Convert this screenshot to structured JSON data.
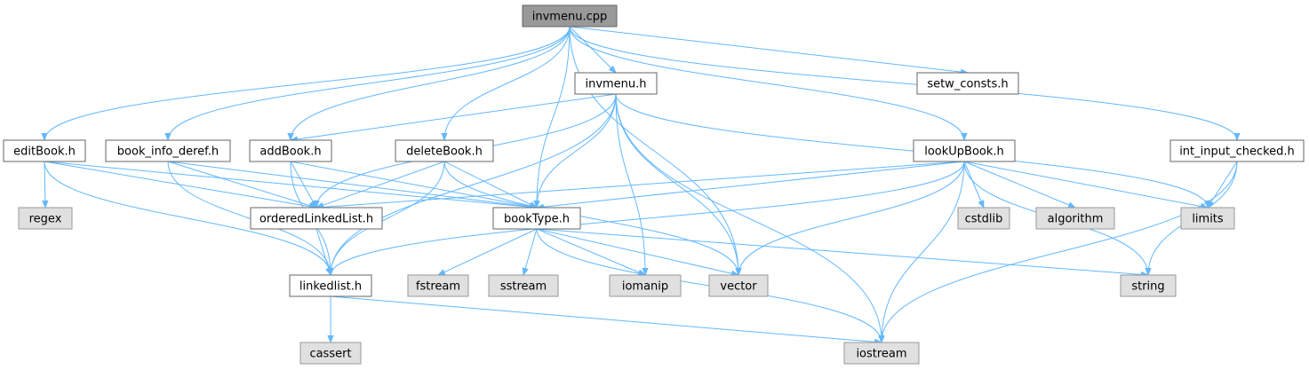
{
  "graph": {
    "nodes": [
      {
        "id": "invmenu_cpp",
        "label": "invmenu.cpp",
        "kind": "root"
      },
      {
        "id": "invmenu_h",
        "label": "invmenu.h",
        "kind": "local"
      },
      {
        "id": "setw_consts_h",
        "label": "setw_consts.h",
        "kind": "local"
      },
      {
        "id": "editBook_h",
        "label": "editBook.h",
        "kind": "local"
      },
      {
        "id": "book_info_deref_h",
        "label": "book_info_deref.h",
        "kind": "local"
      },
      {
        "id": "addBook_h",
        "label": "addBook.h",
        "kind": "local"
      },
      {
        "id": "deleteBook_h",
        "label": "deleteBook.h",
        "kind": "local"
      },
      {
        "id": "lookUpBook_h",
        "label": "lookUpBook.h",
        "kind": "local"
      },
      {
        "id": "int_input_checked_h",
        "label": "int_input_checked.h",
        "kind": "local"
      },
      {
        "id": "regex",
        "label": "regex",
        "kind": "system"
      },
      {
        "id": "orderedLinkedList_h",
        "label": "orderedLinkedList.h",
        "kind": "local"
      },
      {
        "id": "bookType_h",
        "label": "bookType.h",
        "kind": "local"
      },
      {
        "id": "cstdlib",
        "label": "cstdlib",
        "kind": "system"
      },
      {
        "id": "algorithm",
        "label": "algorithm",
        "kind": "system"
      },
      {
        "id": "limits",
        "label": "limits",
        "kind": "system"
      },
      {
        "id": "linkedlist_h",
        "label": "linkedlist.h",
        "kind": "local"
      },
      {
        "id": "fstream",
        "label": "fstream",
        "kind": "system"
      },
      {
        "id": "sstream",
        "label": "sstream",
        "kind": "system"
      },
      {
        "id": "iomanip",
        "label": "iomanip",
        "kind": "system"
      },
      {
        "id": "vector",
        "label": "vector",
        "kind": "system"
      },
      {
        "id": "string",
        "label": "string",
        "kind": "system"
      },
      {
        "id": "cassert",
        "label": "cassert",
        "kind": "system"
      },
      {
        "id": "iostream",
        "label": "iostream",
        "kind": "system"
      }
    ],
    "edges": [
      [
        "invmenu_cpp",
        "invmenu_h"
      ],
      [
        "invmenu_cpp",
        "setw_consts_h"
      ],
      [
        "invmenu_cpp",
        "editBook_h"
      ],
      [
        "invmenu_cpp",
        "book_info_deref_h"
      ],
      [
        "invmenu_cpp",
        "addBook_h"
      ],
      [
        "invmenu_cpp",
        "deleteBook_h"
      ],
      [
        "invmenu_cpp",
        "bookType_h"
      ],
      [
        "invmenu_cpp",
        "vector"
      ],
      [
        "invmenu_cpp",
        "lookUpBook_h"
      ],
      [
        "invmenu_cpp",
        "int_input_checked_h"
      ],
      [
        "invmenu_h",
        "addBook_h"
      ],
      [
        "invmenu_h",
        "orderedLinkedList_h"
      ],
      [
        "invmenu_h",
        "bookType_h"
      ],
      [
        "invmenu_h",
        "linkedlist_h"
      ],
      [
        "invmenu_h",
        "iomanip"
      ],
      [
        "invmenu_h",
        "vector"
      ],
      [
        "invmenu_h",
        "iostream"
      ],
      [
        "invmenu_h",
        "limits"
      ],
      [
        "editBook_h",
        "regex"
      ],
      [
        "editBook_h",
        "orderedLinkedList_h"
      ],
      [
        "editBook_h",
        "bookType_h"
      ],
      [
        "editBook_h",
        "linkedlist_h"
      ],
      [
        "book_info_deref_h",
        "orderedLinkedList_h"
      ],
      [
        "book_info_deref_h",
        "bookType_h"
      ],
      [
        "book_info_deref_h",
        "linkedlist_h"
      ],
      [
        "addBook_h",
        "orderedLinkedList_h"
      ],
      [
        "addBook_h",
        "bookType_h"
      ],
      [
        "addBook_h",
        "linkedlist_h"
      ],
      [
        "deleteBook_h",
        "orderedLinkedList_h"
      ],
      [
        "deleteBook_h",
        "bookType_h"
      ],
      [
        "deleteBook_h",
        "linkedlist_h"
      ],
      [
        "deleteBook_h",
        "vector"
      ],
      [
        "lookUpBook_h",
        "orderedLinkedList_h"
      ],
      [
        "lookUpBook_h",
        "bookType_h"
      ],
      [
        "lookUpBook_h",
        "linkedlist_h"
      ],
      [
        "lookUpBook_h",
        "vector"
      ],
      [
        "lookUpBook_h",
        "cstdlib"
      ],
      [
        "lookUpBook_h",
        "algorithm"
      ],
      [
        "lookUpBook_h",
        "limits"
      ],
      [
        "lookUpBook_h",
        "string"
      ],
      [
        "lookUpBook_h",
        "iostream"
      ],
      [
        "int_input_checked_h",
        "limits"
      ],
      [
        "int_input_checked_h",
        "string"
      ],
      [
        "int_input_checked_h",
        "iostream"
      ],
      [
        "orderedLinkedList_h",
        "linkedlist_h"
      ],
      [
        "bookType_h",
        "fstream"
      ],
      [
        "bookType_h",
        "sstream"
      ],
      [
        "bookType_h",
        "iomanip"
      ],
      [
        "bookType_h",
        "vector"
      ],
      [
        "bookType_h",
        "string"
      ],
      [
        "bookType_h",
        "iostream"
      ],
      [
        "linkedlist_h",
        "cassert"
      ],
      [
        "linkedlist_h",
        "iostream"
      ]
    ]
  },
  "colors": {
    "edge": "#63b8ff",
    "root_fill": "#999999",
    "local_fill": "#ffffff",
    "system_fill": "#e0e0e0",
    "border": "#666666"
  }
}
